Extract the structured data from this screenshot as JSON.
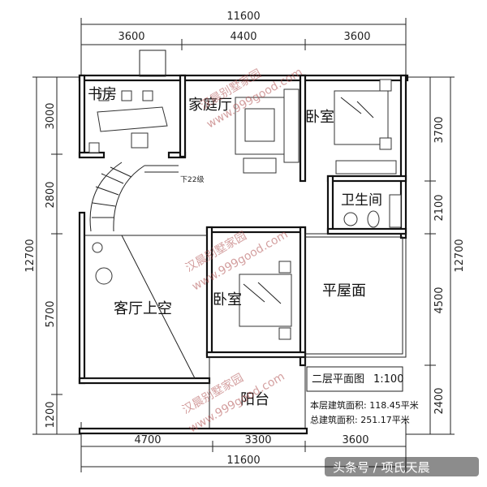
{
  "dimensions": {
    "top_total": "11600",
    "top_segments": [
      "3600",
      "4400",
      "3600"
    ],
    "bottom_total": "11600",
    "bottom_segments": [
      "4700",
      "3300",
      "3600"
    ],
    "left_total": "12700",
    "left_segments": [
      "3000",
      "2800",
      "5700",
      "1200"
    ],
    "right_total": "12700",
    "right_segments": [
      "3700",
      "2100",
      "4500",
      "2400"
    ]
  },
  "rooms": {
    "study": "书房",
    "family_room": "家庭厅",
    "bedroom_1": "卧室",
    "bathroom": "卫生间",
    "living_void": "客厅上空",
    "bedroom_2": "卧室",
    "flat_roof": "平屋面",
    "balcony": "阳台"
  },
  "stair_note": "下22级",
  "title_block": {
    "title": "二层平面图",
    "scale": "1:100",
    "floor_area": "本层建筑面积: 118.45平米",
    "total_area": "总建筑面积: 251.17平米"
  },
  "watermarks": [
    "汉晨别墅家园",
    "www.999good.com",
    "汉晨别墅家园",
    "www.999good.com",
    "汉晨别墅家园",
    "www.999good.com"
  ],
  "credit": "头条号 / 项氏天晨",
  "colors": {
    "line": "#111111",
    "watermark": "#b05050",
    "background": "#ffffff"
  }
}
